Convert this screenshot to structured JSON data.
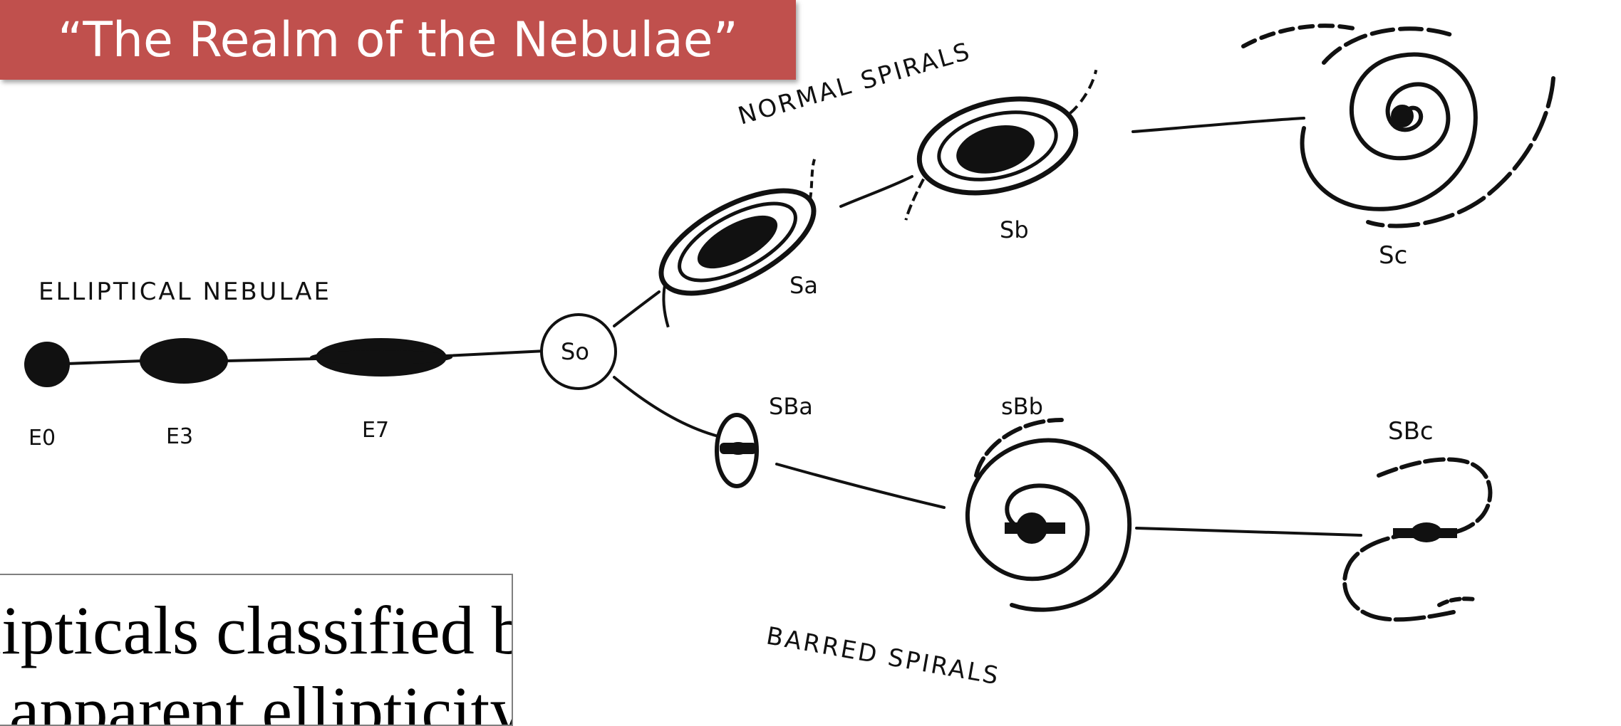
{
  "title": "“The Realm of the Nebulae”",
  "colors": {
    "title_bg": "#c0504d",
    "ink": "#111111"
  },
  "labels": {
    "elliptical": "ELLIPTICAL NEBULAE",
    "normal_spirals": "NORMAL SPIRALS",
    "barred_spirals": "BARRED SPIRALS",
    "e0": "E0",
    "e3": "E3",
    "e7": "E7",
    "s0": "So",
    "sa": "Sa",
    "sb": "Sb",
    "sc": "Sc",
    "sba": "SBa",
    "sbb": "sBb",
    "sbc": "SBc"
  },
  "caption": {
    "line1": "Ellipticals classified by",
    "line2": "their apparent ellipticity"
  }
}
